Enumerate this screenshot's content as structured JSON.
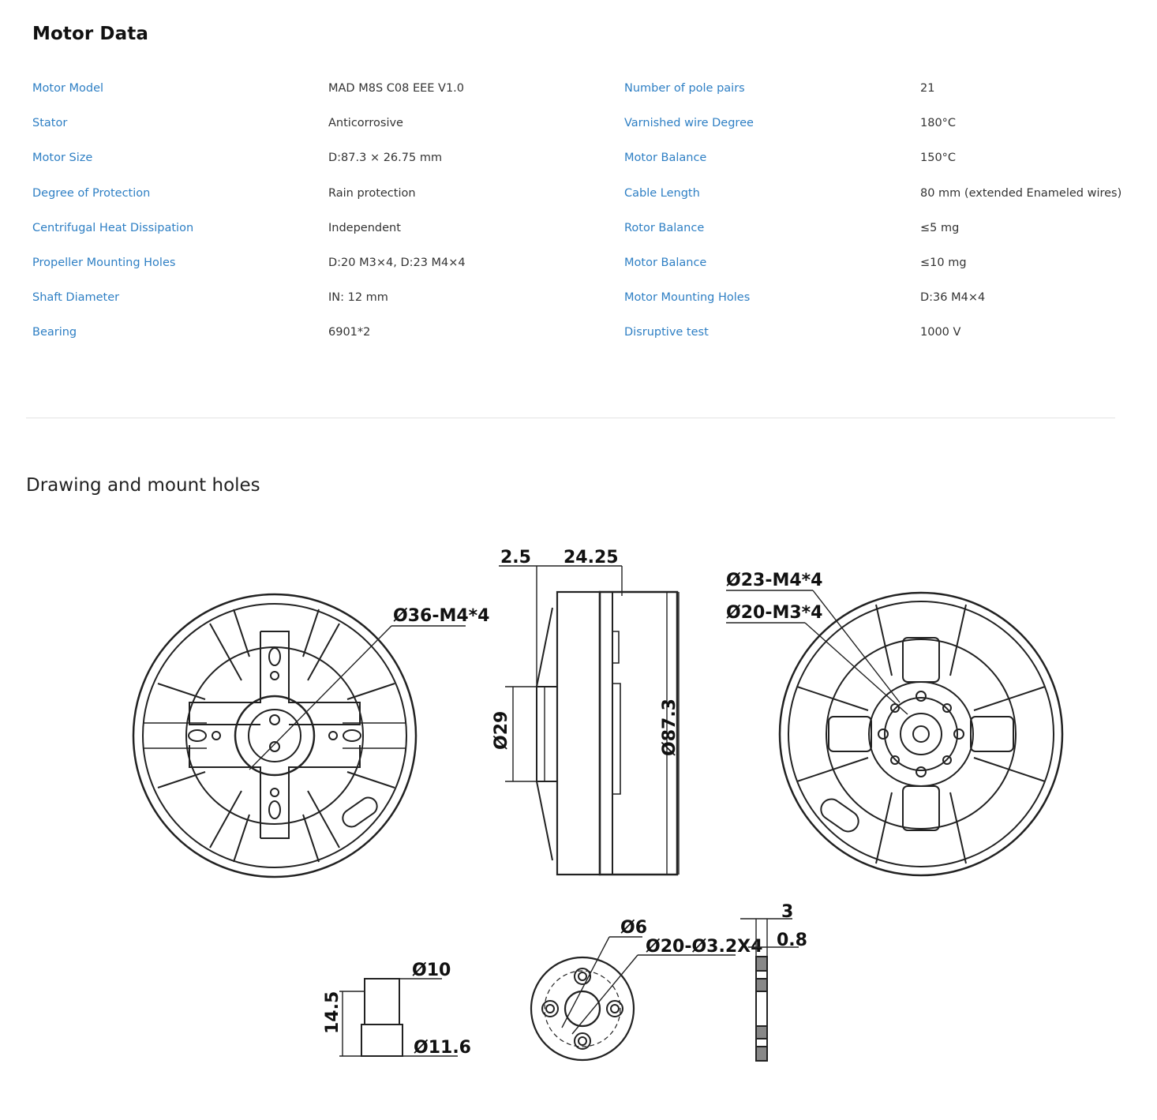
{
  "motor_data": {
    "title": "Motor Data",
    "rows": [
      {
        "l1": "Motor Model",
        "v1": "MAD M8S C08 EEE V1.0",
        "l2": "Number of pole pairs",
        "v2": "21"
      },
      {
        "l1": "Stator",
        "v1": "Anticorrosive",
        "l2": "Varnished wire Degree",
        "v2": "180°C"
      },
      {
        "l1": "Motor Size",
        "v1": "D:87.3 × 26.75 mm",
        "l2": "Motor Balance",
        "v2": "150°C"
      },
      {
        "l1": "Degree of Protection",
        "v1": "Rain protection",
        "l2": "Cable Length",
        "v2": "80 mm  (extended Enameled wires)"
      },
      {
        "l1": "Centrifugal Heat Dissipation",
        "v1": "Independent",
        "l2": "Rotor Balance",
        "v2": "≤5 mg"
      },
      {
        "l1": "Propeller Mounting Holes",
        "v1": "D:20 M3×4,  D:23 M4×4",
        "l2": "Motor Balance",
        "v2": "≤10 mg"
      },
      {
        "l1": "Shaft Diameter",
        "v1": "IN: 12 mm",
        "l2": "Motor Mounting Holes",
        "v2": "D:36 M4×4"
      },
      {
        "l1": "Bearing",
        "v1": "6901*2",
        "l2": "Disruptive test",
        "v2": "1000 V"
      }
    ]
  },
  "drawing": {
    "title": "Drawing and mount holes",
    "labels": {
      "front_holes": "Ø36-M4*4",
      "side_w1": "2.5",
      "side_w2": "24.25",
      "side_d1": "Ø29",
      "side_d2": "Ø87.3",
      "rear_h1": "Ø23-M4*4",
      "rear_h2": "Ø20-M3*4",
      "shaft_d1": "Ø10",
      "shaft_d2": "Ø11.6",
      "shaft_h": "14.5",
      "adapter_d1": "Ø6",
      "adapter_d2": "Ø20-Ø3.2X4",
      "adapter_t1": "3",
      "adapter_t2": "0.8"
    }
  }
}
